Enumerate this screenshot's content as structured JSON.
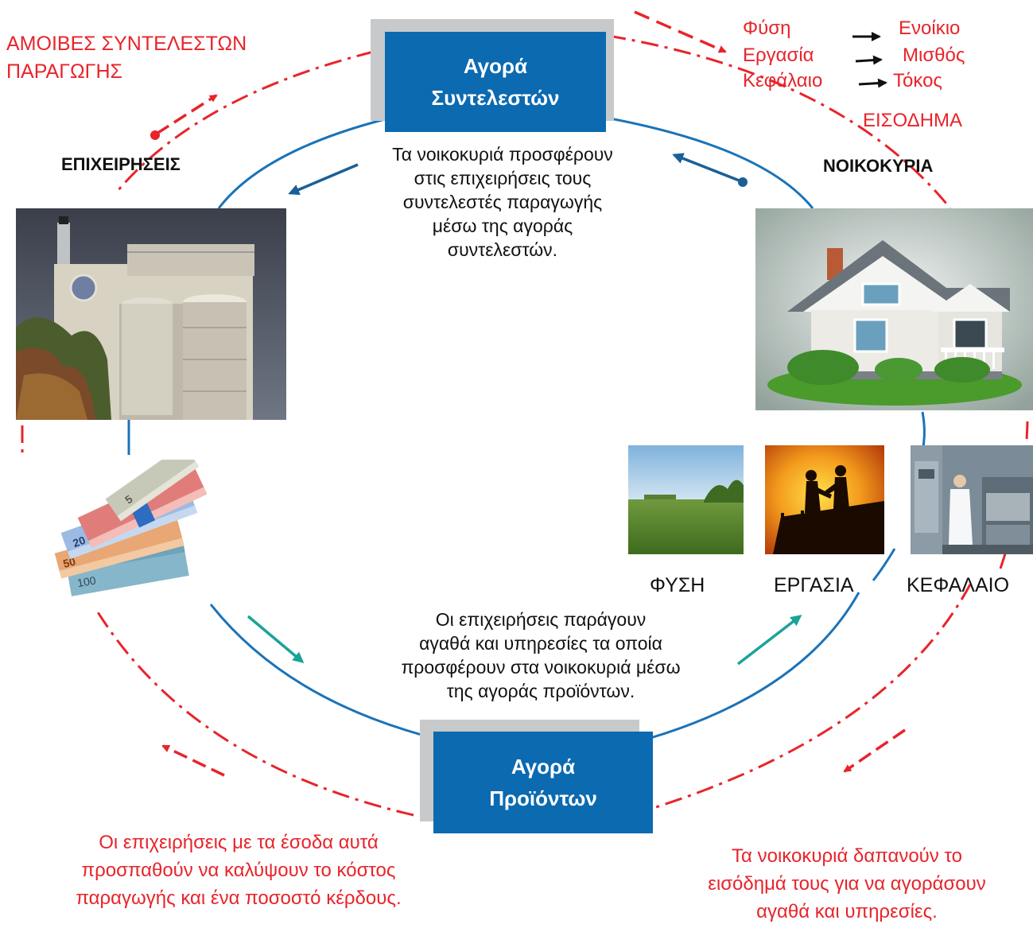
{
  "diagram": {
    "top_left_label": [
      "ΑΜΟΙΒΕΣ ΣΥΝΤΕΛΕΣΤΩΝ",
      "ΠΑΡΑΓΩΓΗΣ"
    ],
    "factor_market": [
      "Αγορά",
      "Συντελεστών"
    ],
    "product_market": [
      "Αγορά",
      "Προϊόντων"
    ],
    "firms_label": "ΕΠΙΧΕΙΡΗΣΕΙΣ",
    "households_label": "ΝΟΙΚΟΚΥΡΙΑ",
    "income_mapping": [
      {
        "factor": "Φύση",
        "reward": "Ενοίκιο"
      },
      {
        "factor": "Εργασία",
        "reward": "Μισθός"
      },
      {
        "factor": "Κεφάλαιο",
        "reward": "Τόκος"
      }
    ],
    "income_label": "ΕΙΣΟΔΗΜΑ",
    "top_text": [
      "Τα νοικοκυριά προσφέρουν",
      "στις επιχειρήσεις τους",
      "συντελεστές παραγωγής",
      "μέσω της αγοράς",
      "συντελεστών."
    ],
    "middle_text": [
      "Οι επιχειρήσεις παράγουν",
      "αγαθά και υπηρεσίες τα οποία",
      "προσφέρουν στα νοικοκυριά μέσω",
      "της αγοράς προϊόντων."
    ],
    "bottom_left_text": [
      "Οι επιχειρήσεις με τα έσοδα αυτά",
      "προσπαθούν να καλύψουν το κόστος",
      "παραγωγής και ένα ποσοστό κέρδους."
    ],
    "bottom_right_text": [
      "Τα νοικοκυριά δαπανούν το",
      "εισόδημά τους για να αγοράσουν",
      "αγαθά και υπηρεσίες."
    ],
    "factor_captions": [
      "ΦΥΣΗ",
      "ΕΡΓΑΣΙΑ",
      "ΚΕΦΑΛΑΙΟ"
    ],
    "money_labels": [
      "5",
      "20",
      "50",
      "100"
    ],
    "colors": {
      "blue_box": "#0b6ab0",
      "red": "#e8242b",
      "real_flow": "#1a73b8",
      "teal_arrow": "#1aa39a"
    }
  }
}
